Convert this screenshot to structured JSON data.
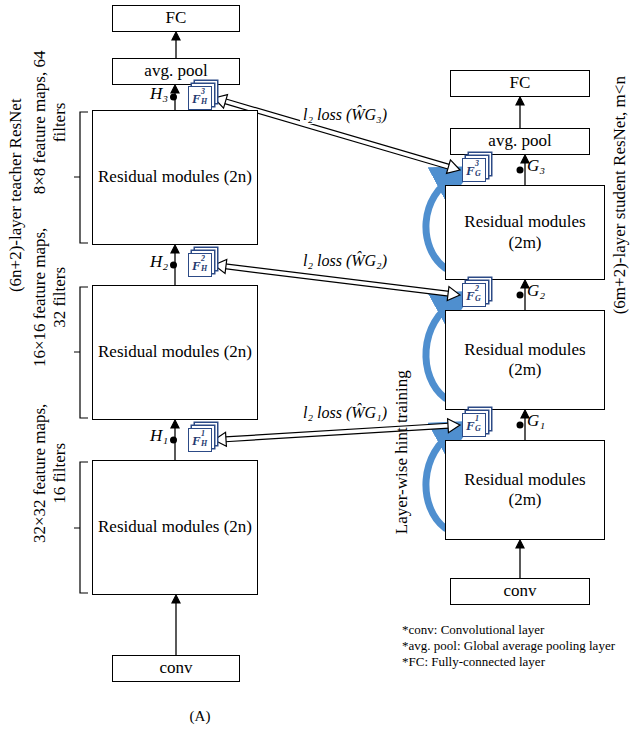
{
  "diagram": {
    "caption": "(A)",
    "nodes": [
      {
        "text": [
          "FC"
        ]
      },
      {
        "text": [
          "avg. pool"
        ]
      },
      {
        "text": [
          "Residual modules (2n)"
        ]
      },
      {
        "text": [
          "Residual modules (2n)"
        ]
      },
      {
        "text": [
          "Residual modules (2n)"
        ]
      },
      {
        "text": [
          "conv"
        ]
      },
      {
        "text": [
          "FC"
        ]
      },
      {
        "text": [
          "avg. pool"
        ]
      },
      {
        "text": [
          "Residual modules (2m)"
        ]
      },
      {
        "text": [
          "Residual modules (2m)"
        ]
      },
      {
        "text": [
          "Residual modules (2m)"
        ]
      },
      {
        "text": [
          "conv"
        ]
      },
      {
        "text": [
          "F",
          "3",
          "H"
        ]
      },
      {
        "text": [
          "F",
          "2",
          "H"
        ]
      },
      {
        "text": [
          "F",
          "1",
          "H"
        ]
      },
      {
        "text": [
          "F",
          "3",
          "G"
        ]
      },
      {
        "text": [
          "F",
          "2",
          "G"
        ]
      },
      {
        "text": [
          "F",
          "1",
          "G"
        ]
      }
    ],
    "edges": [
      {
        "from": 5,
        "to": 4,
        "arrow": "to"
      },
      {
        "from": 4,
        "to": 3,
        "arrow": "to"
      },
      {
        "from": 3,
        "to": 2,
        "arrow": "to"
      },
      {
        "from": 2,
        "to": 1,
        "arrow": "to"
      },
      {
        "from": 1,
        "to": 0,
        "arrow": "to"
      },
      {
        "from": 11,
        "to": 10,
        "arrow": "to"
      },
      {
        "from": 10,
        "to": 9,
        "arrow": "to"
      },
      {
        "from": 9,
        "to": 8,
        "arrow": "to"
      },
      {
        "from": 8,
        "to": 7,
        "arrow": "to"
      },
      {
        "from": 7,
        "to": 6,
        "arrow": "to"
      },
      {
        "from": 12,
        "to": 15,
        "label": "l₂ loss (ŴG₃)",
        "arrow": "both"
      },
      {
        "from": 13,
        "to": 16,
        "label": "l₂ loss (ŴG₂)",
        "arrow": "both"
      },
      {
        "from": 14,
        "to": 17,
        "label": "l₂ loss (ŴG₁)",
        "arrow": "both"
      }
    ],
    "labels": [
      "H₃",
      "H₂",
      "H₁",
      "G₃",
      "G₂",
      "G₁",
      "(6n+2)-layer teacher ResNet",
      "32×32 feature maps, 16 filters",
      "16×16 feature maps, 32 filters",
      "8×8 feature maps, 64 filters",
      "(6m+2)-layer student ResNet, m<n",
      "Layer-wise hint training",
      "*conv: Convolutional layer",
      "*avg. pool: Global average pooling layer",
      "*FC: Fully-connected layer"
    ]
  }
}
